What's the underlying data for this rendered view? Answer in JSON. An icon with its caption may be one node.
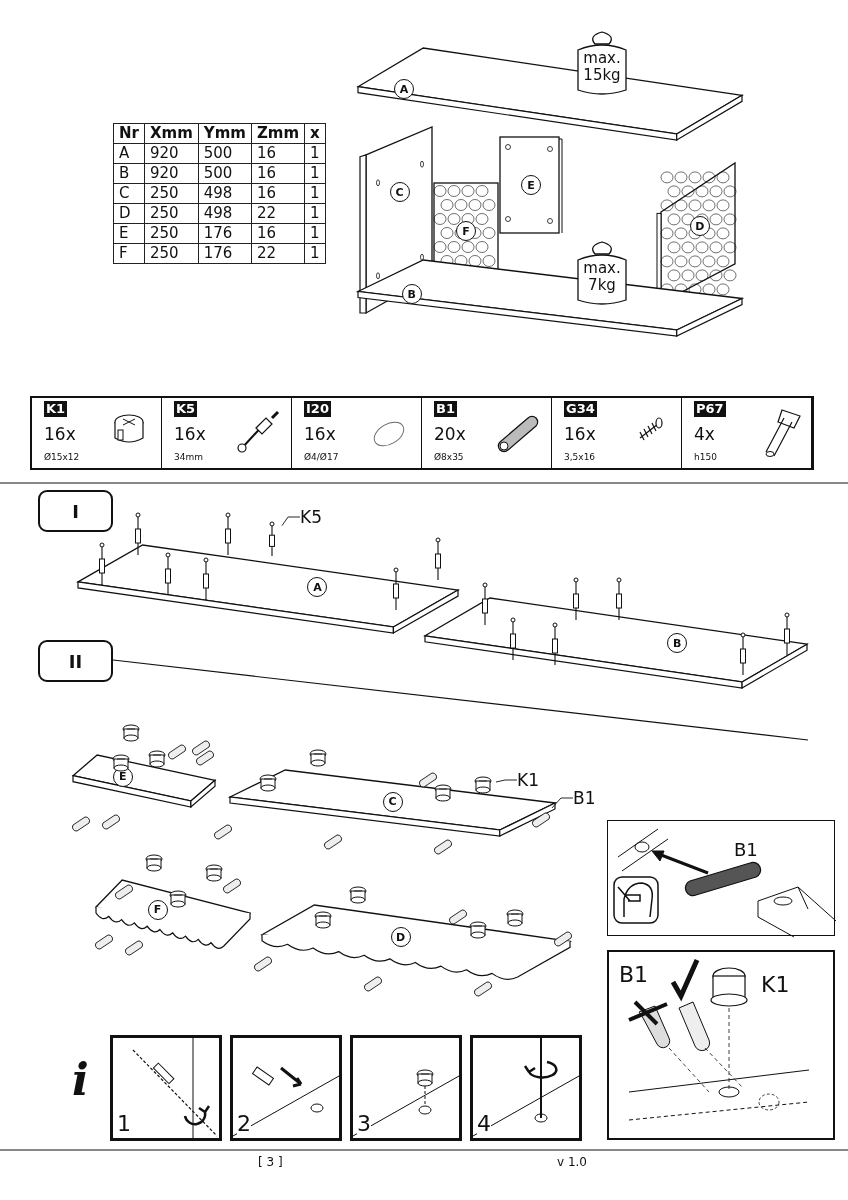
{
  "diagram": {
    "nodes": [
      {
        "text": [
          "A"
        ]
      },
      {
        "text": [
          "max. 15kg"
        ]
      },
      {
        "text": [
          "C"
        ]
      },
      {
        "text": [
          "E"
        ]
      },
      {
        "text": [
          "F"
        ]
      },
      {
        "text": [
          "D"
        ]
      },
      {
        "text": [
          "B"
        ]
      },
      {
        "text": [
          "max. 7kg"
        ]
      },
      {
        "text": [
          "K1",
          "16x",
          "Ø15x12"
        ]
      },
      {
        "text": [
          "K5",
          "16x",
          "34mm"
        ]
      },
      {
        "text": [
          "I20",
          "16x",
          "Ø4/Ø17"
        ]
      },
      {
        "text": [
          "B1",
          "20x",
          "Ø8x35"
        ]
      },
      {
        "text": [
          "G34",
          "16x",
          "3,5x16"
        ]
      },
      {
        "text": [
          "P67",
          "4x",
          "h150"
        ]
      },
      {
        "text": [
          "I"
        ]
      },
      {
        "text": [
          "A"
        ]
      },
      {
        "text": [
          "B"
        ]
      },
      {
        "text": [
          "K5"
        ]
      },
      {
        "text": [],
        "shape": "picture"
      },
      {
        "text": [
          "II"
        ]
      },
      {
        "text": [
          "E"
        ]
      },
      {
        "text": [
          "C"
        ]
      },
      {
        "text": [
          "F"
        ]
      },
      {
        "text": [
          "D"
        ]
      },
      {
        "text": [
          "K1"
        ]
      },
      {
        "text": [],
        "shape": "picture"
      },
      {
        "text": [
          "B1"
        ]
      },
      {
        "text": [],
        "shape": "picture"
      },
      {
        "text": [
          "B1"
        ]
      },
      {
        "text": [
          "B1",
          "K1"
        ]
      },
      {
        "text": [
          "1"
        ]
      },
      {
        "text": [
          "2"
        ]
      },
      {
        "text": [
          "3"
        ]
      },
      {
        "text": [
          "4"
        ]
      }
    ],
    "edges": [
      {
        "from": 17,
        "to": 18,
        "arrow": "none"
      },
      {
        "from": 24,
        "to": 25,
        "arrow": "none"
      },
      {
        "from": 26,
        "to": 27,
        "arrow": "none"
      }
    ],
    "labels": [
      "Nr",
      "Xmm",
      "Ymm",
      "Zmm",
      "x",
      "A",
      "920",
      "500",
      "16",
      "1",
      "B",
      "920",
      "500",
      "16",
      "1",
      "C",
      "250",
      "498",
      "16",
      "1",
      "D",
      "250",
      "498",
      "22",
      "1",
      "E",
      "250",
      "176",
      "16",
      "1",
      "F",
      "250",
      "176",
      "22",
      "1",
      "i",
      "[ 3 ]",
      "v 1.0"
    ]
  }
}
